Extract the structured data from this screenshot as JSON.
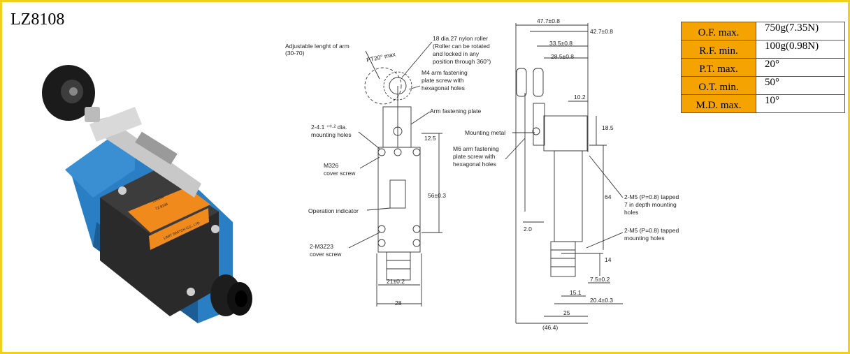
{
  "model": "LZ8108",
  "specs": [
    {
      "key": "O.F. max.",
      "value": "750g(7.35N)"
    },
    {
      "key": "R.F. min.",
      "value": "100g(0.98N)"
    },
    {
      "key": "P.T. max.",
      "value": "20°"
    },
    {
      "key": "O.T. min.",
      "value": "50°"
    },
    {
      "key": "M.D. max.",
      "value": "10°"
    }
  ],
  "front_view": {
    "arm_length": "Adjustable lenght of arm",
    "arm_range": "(30-70)",
    "pt": "PT20° max",
    "roller_1": "18 dia.27 nylon roller",
    "roller_2": "(Roller can be rotated",
    "roller_3": "and locked in any",
    "roller_4": "position through 360°)",
    "m4_1": "M4 arm fastening",
    "m4_2": "plate screw with",
    "m4_3": "hexagonal holes",
    "arm_plate": "Arm fastening plate",
    "mount_holes_1": "2-4.1 ⁺⁰·² dia.",
    "mount_holes_2": "mounting holes",
    "m326_1": "M326",
    "m326_2": "cover screw",
    "op_indicator": "Operation indicator",
    "m3223_1": "2-M3Z23",
    "m3223_2": "cover screw",
    "dim_125": "12.5",
    "dim_56": "56±0.3",
    "dim_21": "21±0.2",
    "dim_28": "28"
  },
  "side_view": {
    "dim_477": "47.7±0.8",
    "dim_427": "42.7±0.8",
    "dim_335": "33.5±0.8",
    "dim_285": "28.5±0.8",
    "dim_102": "10.2",
    "dim_185": "18.5",
    "mount_metal": "Mounting metal",
    "m6_1": "M6 arm fastening",
    "m6_2": "plate screw with",
    "m6_3": "hexagonal holes",
    "m5a_1": "2-M5 (P=0.8) tapped",
    "m5a_2": "7 in depth mounting",
    "m5a_3": "holes",
    "m5b_1": "2-M5 (P=0.8) tapped",
    "m5b_2": "mounting holes",
    "dim_64": "64",
    "dim_2": "2.0",
    "dim_14": "14",
    "dim_75": "7.5±0.2",
    "dim_151": "15.1",
    "dim_204": "20.4±0.3",
    "dim_25": "25",
    "dim_464": "(46.4)"
  },
  "photo_label": {
    "l1": "LZ8108",
    "l2": "TZ-8108",
    "l3": "LIMIT SWITCH CO., LTD"
  }
}
